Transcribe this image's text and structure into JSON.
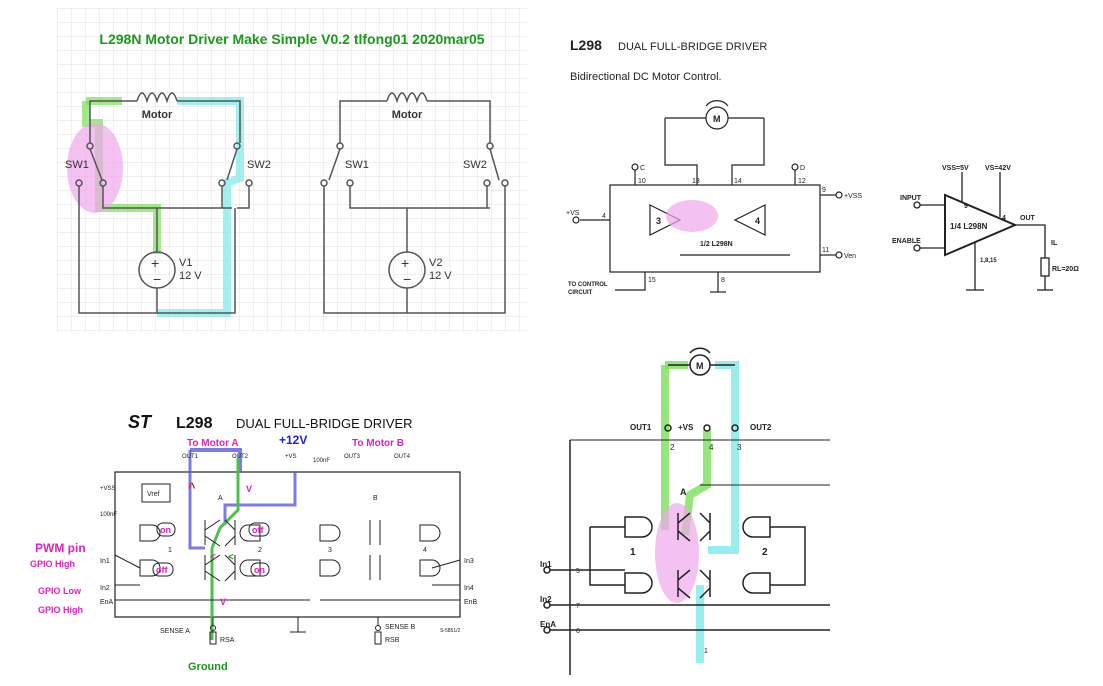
{
  "panel_simple": {
    "title": "L298N Motor Driver Make Simple V0.2 tlfong01 2020mar05",
    "left": {
      "motor": "Motor",
      "sw1": "SW1",
      "sw2": "SW2",
      "source": "V1",
      "voltage": "12 V"
    },
    "right": {
      "motor": "Motor",
      "sw1": "SW1",
      "sw2": "SW2",
      "source": "V2",
      "voltage": "12 V"
    }
  },
  "panel_datasheet_top": {
    "chip": "L298",
    "subtitle": "DUAL FULL-BRIDGE DRIVER",
    "caption": "Bidirectional DC Motor Control.",
    "motor": "M",
    "vs": "+VS",
    "vss": "+VSS",
    "ven": "Ven",
    "pin_c": "C",
    "pin_d": "D",
    "pins": [
      "10",
      "13",
      "14",
      "12",
      "9",
      "4",
      "11",
      "15",
      "8"
    ],
    "amp3": "3",
    "amp4": "4",
    "half": "1/2 L298N",
    "control": "TO CONTROL",
    "circuit": "CIRCUIT"
  },
  "panel_buffer": {
    "vss": "VSS=5V",
    "vs": "VS=42V",
    "input": "INPUT",
    "enable": "ENABLE",
    "chip": "1/4 L298N",
    "out": "OUT",
    "il": "IL",
    "rl": "RL=20Ω",
    "pin9": "9",
    "pin4": "4",
    "pins_gnd": "1,8,15"
  },
  "panel_bridge": {
    "logo": "ST",
    "chip": "L298",
    "subtitle": "DUAL FULL-BRIDGE DRIVER",
    "to_motor_a": "To Motor A",
    "plus12": "+12V",
    "to_motor_b": "To Motor B",
    "out1": "OUT1",
    "out2": "OUT2",
    "out3": "OUT3",
    "out4": "OUT4",
    "vs": "+VS",
    "vss": "+VSS",
    "vref": "Vref",
    "cap1": "100nF",
    "cap2": "100nF",
    "bridge_a": "A",
    "bridge_b": "B",
    "pwm": "PWM pin",
    "gpio_high_1": "GPIO High",
    "gpio_low": "GPIO Low",
    "gpio_high_2": "GPIO High",
    "in1": "In1",
    "in2": "In2",
    "ena": "EnA",
    "in3": "In3",
    "in4": "In4",
    "enb": "EnB",
    "on1": "on",
    "off1": "off",
    "off2": "off",
    "on2": "on",
    "gate1": "1",
    "gate2": "2",
    "gate3": "3",
    "gate4": "4",
    "sense_a": "SENSE A",
    "sense_b": "SENSE B",
    "rsa": "RSA",
    "rsb": "RSB",
    "ground": "Ground",
    "arrow_caret": "^",
    "arrow_v1": "V",
    "arrow_lt1": "<",
    "arrow_lt2": "<",
    "arrow_v2": "V",
    "code": "S-5851/2"
  },
  "panel_zoom": {
    "motor": "M",
    "out1": "OUT1",
    "vs": "+VS",
    "out2": "OUT2",
    "pin2": "2",
    "pin4": "4",
    "pin3": "3",
    "bridge": "A",
    "gate1": "1",
    "gate2": "2",
    "in1": "In1",
    "in2": "In2",
    "ena": "EnA",
    "pin5": "5",
    "pin7": "7",
    "pin6": "6",
    "pin1": "1"
  },
  "colors": {
    "green_hl": "#7be05a",
    "cyan_hl": "#7ee8e8",
    "pink_hl": "#f0a6ee",
    "title_green": "#1a9a1a",
    "magenta": "#e020c0",
    "blue": "#2020e0"
  }
}
